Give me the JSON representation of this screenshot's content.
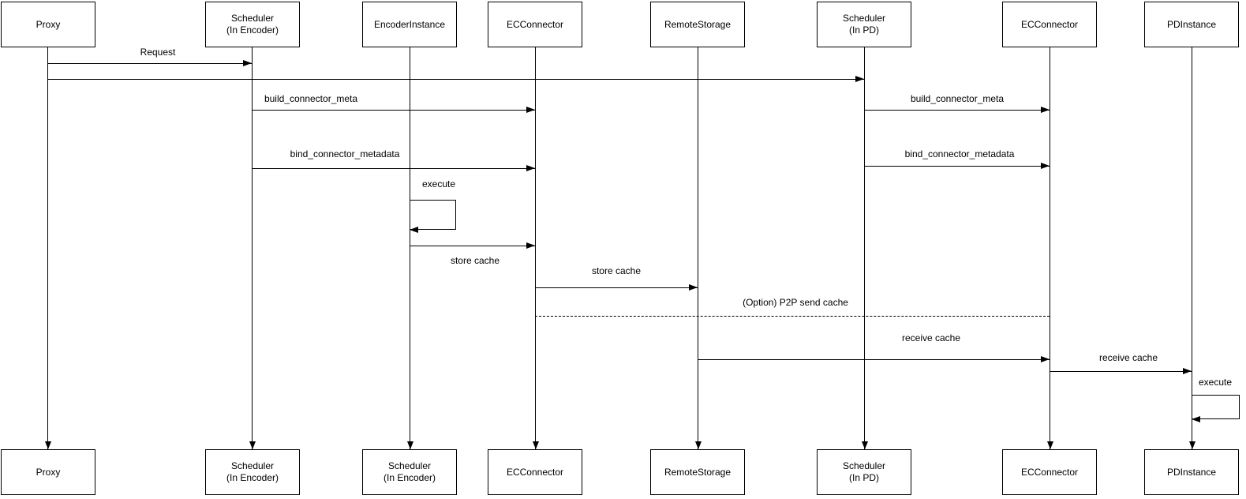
{
  "diagram": {
    "type": "sequence-diagram",
    "colors": {
      "background": "#ffffff",
      "line": "#000000",
      "text": "#000000",
      "box_fill": "#ffffff"
    },
    "actors_top": [
      {
        "line1": "Proxy",
        "line2": ""
      },
      {
        "line1": "Scheduler",
        "line2": "(In Encoder)"
      },
      {
        "line1": "EncoderInstance",
        "line2": ""
      },
      {
        "line1": "ECConnector",
        "line2": ""
      },
      {
        "line1": "RemoteStorage",
        "line2": ""
      },
      {
        "line1": "Scheduler",
        "line2": "(In PD)"
      },
      {
        "line1": "ECConnector",
        "line2": ""
      },
      {
        "line1": "PDInstance",
        "line2": ""
      }
    ],
    "actors_bottom": [
      {
        "line1": "Proxy",
        "line2": ""
      },
      {
        "line1": "Scheduler",
        "line2": "(In Encoder)"
      },
      {
        "line1": "Scheduler",
        "line2": "(In Encoder)"
      },
      {
        "line1": "ECConnector",
        "line2": ""
      },
      {
        "line1": "RemoteStorage",
        "line2": ""
      },
      {
        "line1": "Scheduler",
        "line2": "(In PD)"
      },
      {
        "line1": "ECConnector",
        "line2": ""
      },
      {
        "line1": "PDInstance",
        "line2": ""
      }
    ],
    "messages": {
      "request": "Request",
      "build_meta_left": "build_connector_meta",
      "build_meta_right": "build_connector_meta",
      "bind_metadata_left": "bind_connector_metadata",
      "bind_metadata_right": "bind_connector_metadata",
      "execute_left": "execute",
      "store_cache_1": "store cache",
      "store_cache_2": "store cache",
      "p2p_send_cache": "(Option) P2P send cache",
      "receive_cache_1": "receive cache",
      "receive_cache_2": "receive cache",
      "execute_right": "execute"
    }
  }
}
